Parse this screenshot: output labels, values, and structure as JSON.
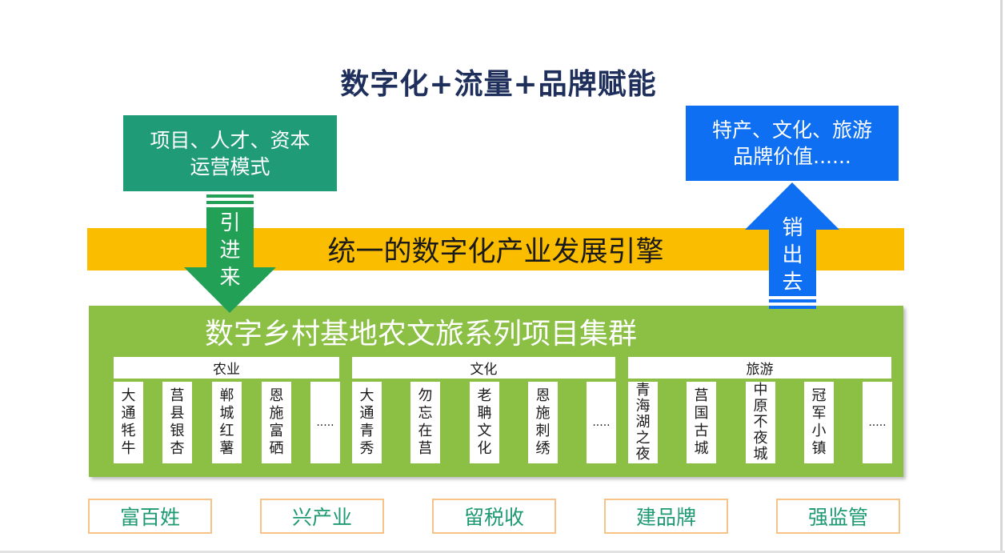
{
  "title": "数字化+流量+品牌赋能",
  "input_box": {
    "line1": "项目、人才、资本",
    "line2": "运营模式"
  },
  "output_box": {
    "line1": "特产、文化、旅游",
    "line2": "品牌价值......"
  },
  "engine": "统一的数字化产业发展引擎",
  "arrow_in": {
    "label": "引进来",
    "color": "#22a056"
  },
  "arrow_out": {
    "label": "销出去",
    "color": "#0f6ff2"
  },
  "cluster_title": "数字乡村基地农文旅系列项目集群",
  "groups": [
    {
      "name": "农业",
      "items": [
        "大通牦牛",
        "莒县银杏",
        "郸城红薯",
        "恩施富硒",
        "....."
      ]
    },
    {
      "name": "文化",
      "items": [
        "大通青秀",
        "勿忘在莒",
        "老聃文化",
        "恩施刺绣",
        "....."
      ]
    },
    {
      "name": "旅游",
      "items": [
        "青海湖之夜",
        "莒国古城",
        "中原不夜城",
        "冠军小镇",
        "....."
      ]
    }
  ],
  "outcomes": [
    "富百姓",
    "兴产业",
    "留税收",
    "建品牌",
    "强监管"
  ],
  "colors": {
    "title": "#1f2f5c",
    "input_box": "#1f9c77",
    "output_box": "#0f6ff2",
    "engine_band": "#fbbd00",
    "cluster": "#8bc045",
    "outcome_border": "#f7c388",
    "outcome_text": "#1e9a73"
  }
}
